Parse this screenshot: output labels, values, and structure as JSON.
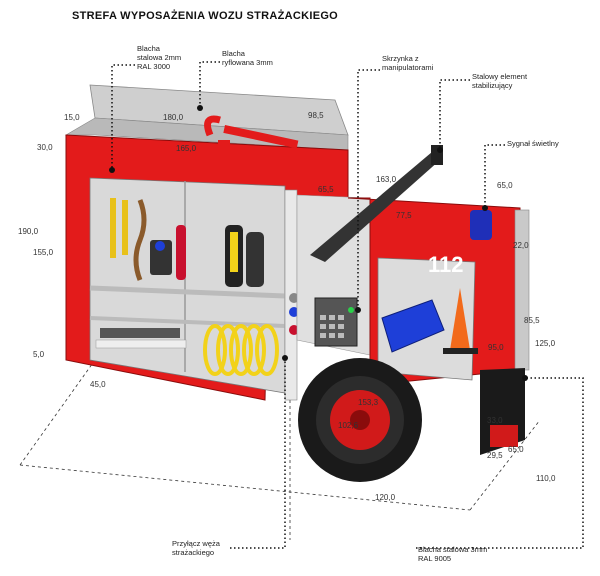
{
  "title": "STREFA WYPOSAŻENIA WOZU STRAŻACKIEGO",
  "callouts": {
    "steel_plate": "Blacha\nstalowa 2mm\nRAL 3000",
    "ribbed_plate": "Blacha\nryflowana 3mm",
    "manipulator_box": "Skrzynka z\nmanipulatorami",
    "stabilizer": "Stalowy element\nstabilizujący",
    "light_signal": "Sygnał świetlny",
    "hose_connector": "Przyłącz węża\nstrażackiego",
    "bottom_plate": "Blacha stalowa 3mm\nRAL 9005"
  },
  "plate_number": "112",
  "dimensions": {
    "d15": "15,0",
    "d180": "180,0",
    "d98": "98,5",
    "d165": "165,0",
    "d30": "30,0",
    "d190": "190,0",
    "d155": "155,0",
    "d5": "5,0",
    "d45": "45,0",
    "d163": "163,0",
    "d65a": "65,5",
    "d77": "77,5",
    "d65b": "65,0",
    "d22": "22,0",
    "d85": "85,5",
    "d125": "125,0",
    "d95": "95,0",
    "d153": "153,3",
    "d102": "102,6",
    "d33": "33,0",
    "d29": "29,5",
    "d65c": "65,0",
    "d110": "110,0",
    "d120": "120,0"
  },
  "colors": {
    "body_red": "#e31b1b",
    "dark_red": "#a80f0f",
    "gray": "#cfcfcf",
    "yellow": "#f2d21a",
    "blue": "#1e3fd8",
    "orange": "#f26a1b"
  }
}
